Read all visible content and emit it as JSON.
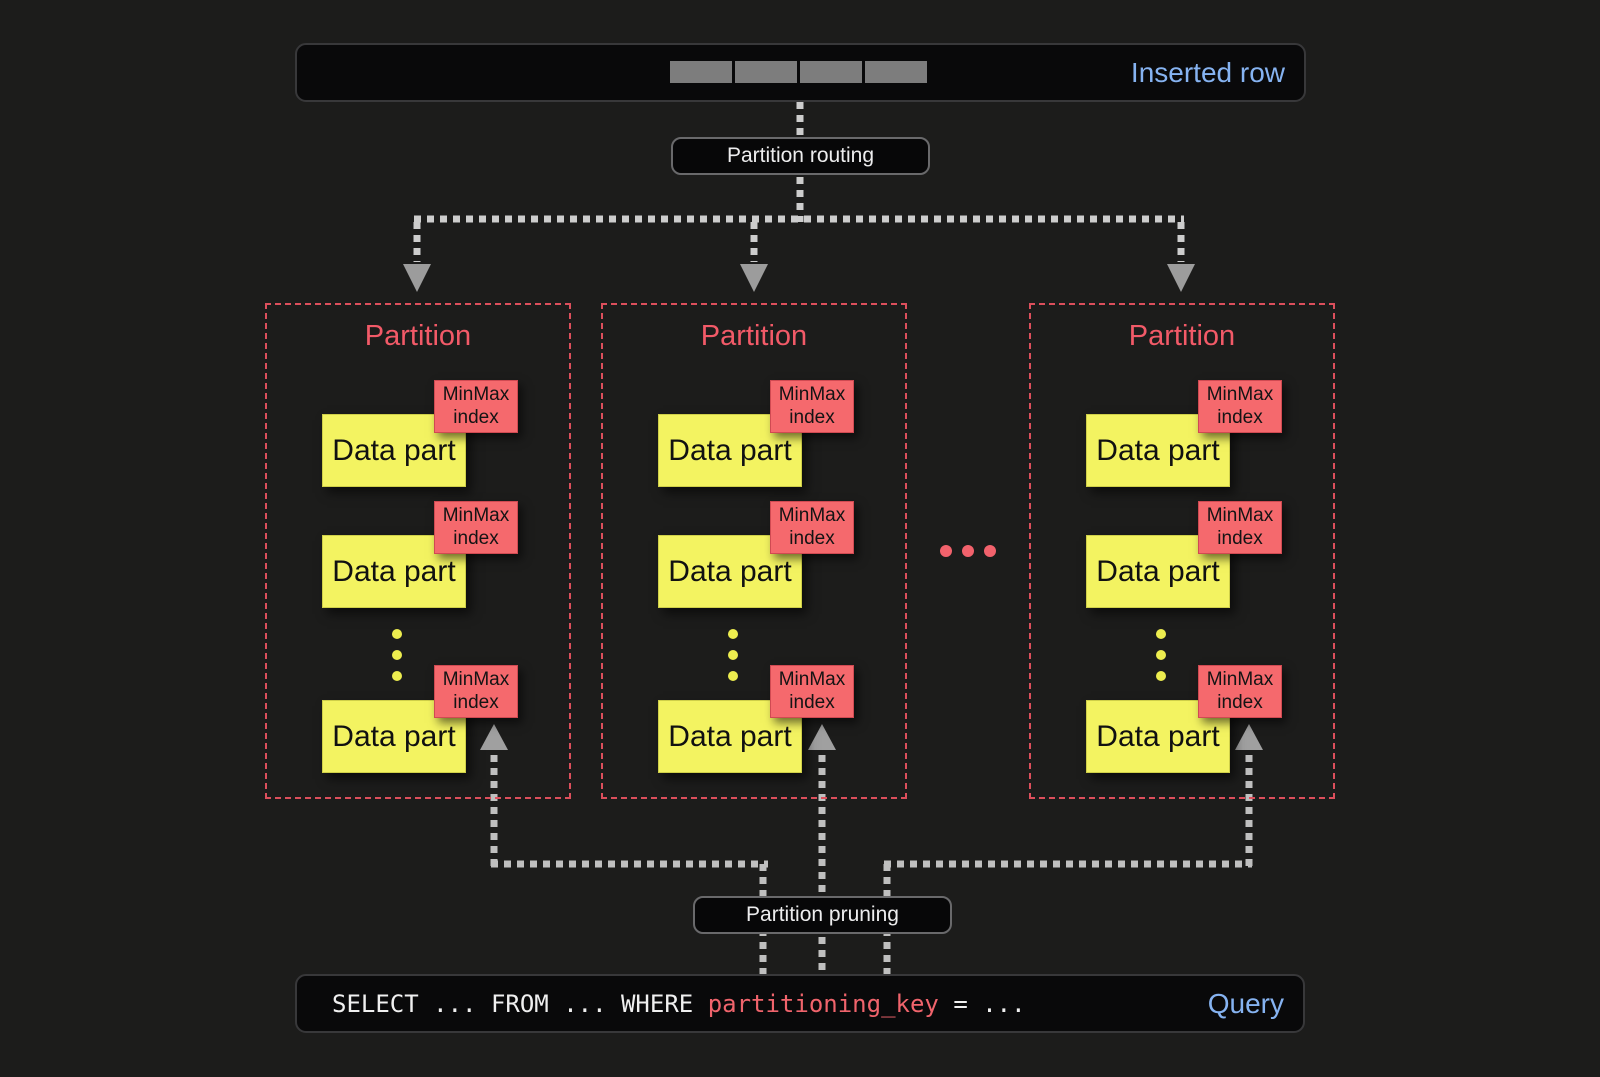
{
  "top_bar": {
    "label": "Inserted row",
    "segment_count": 4
  },
  "routing_pill": {
    "label": "Partition routing"
  },
  "pruning_pill": {
    "label": "Partition pruning"
  },
  "partitions": [
    {
      "title": "Partition",
      "parts": [
        {
          "box": "Data part",
          "tag": "MinMax index"
        },
        {
          "box": "Data part",
          "tag": "MinMax index"
        },
        {
          "box": "Data part",
          "tag": "MinMax index"
        }
      ]
    },
    {
      "title": "Partition",
      "parts": [
        {
          "box": "Data part",
          "tag": "MinMax index"
        },
        {
          "box": "Data part",
          "tag": "MinMax index"
        },
        {
          "box": "Data part",
          "tag": "MinMax index"
        }
      ]
    },
    {
      "title": "Partition",
      "parts": [
        {
          "box": "Data part",
          "tag": "MinMax index"
        },
        {
          "box": "Data part",
          "tag": "MinMax index"
        },
        {
          "box": "Data part",
          "tag": "MinMax index"
        }
      ]
    }
  ],
  "query_bar": {
    "sql_prefix": "SELECT ... FROM ... WHERE ",
    "sql_key": "partitioning_key",
    "sql_suffix": " = ...",
    "label": "Query"
  },
  "colors": {
    "accent_blue": "#86b3f1",
    "partition_red": "#f25a68",
    "note_yellow": "#f3f361",
    "tag_red": "#f5696d",
    "sql_key_red": "#f0646c"
  }
}
